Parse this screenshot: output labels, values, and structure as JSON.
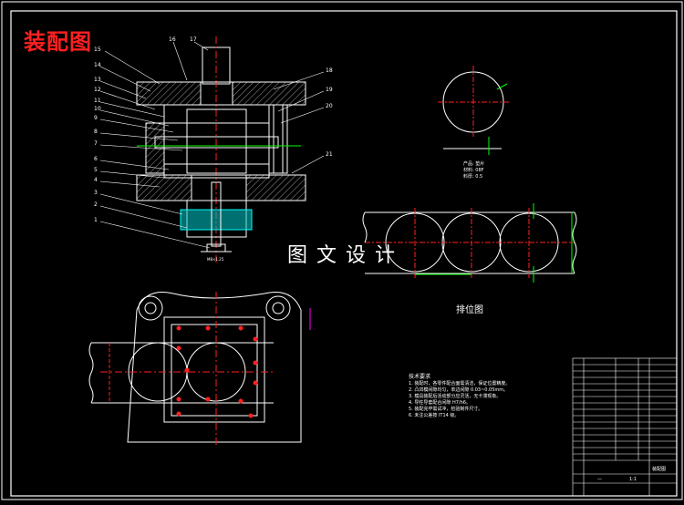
{
  "drawing": {
    "title": "装配图",
    "watermark": "图文设计",
    "layout_caption": "排位图",
    "colors": {
      "background": "#000000",
      "frame": "#ffffff",
      "title": "#ff2020",
      "centerline": "#ff2020",
      "dimension": "#00ff00",
      "leader": "#ff00ff",
      "part": "#ffffff",
      "hatch": "#ffffff",
      "strip": "#00ffff"
    },
    "part_numbers_left": [
      "15",
      "14",
      "13",
      "12",
      "11",
      "10",
      "9",
      "8",
      "7",
      "6",
      "5",
      "4",
      "3",
      "2",
      "1"
    ],
    "part_numbers_top": [
      "16",
      "17"
    ],
    "part_numbers_right": [
      "18",
      "19",
      "20",
      "21"
    ],
    "blank_note": [
      "产品: 垫片",
      "材料: 08F",
      "料厚: 0.5"
    ],
    "tech_requirements": {
      "heading": "技术要求",
      "lines": [
        "1. 装配时，各零件配合面需清洁，保证位置精度。",
        "2. 凸凹模间隙均匀，单边间隙 0.03~0.05mm。",
        "3. 模具装配后活动部分应灵活，无卡滞现象。",
        "4. 导柱导套配合间隙 H7/h6。",
        "5. 装配完毕需试冲，检验制件尺寸。",
        "6. 未注公差按 IT14 级。"
      ]
    },
    "title_block": {
      "drawing_name": "装配图",
      "scale": "1:1",
      "material": "—"
    }
  }
}
